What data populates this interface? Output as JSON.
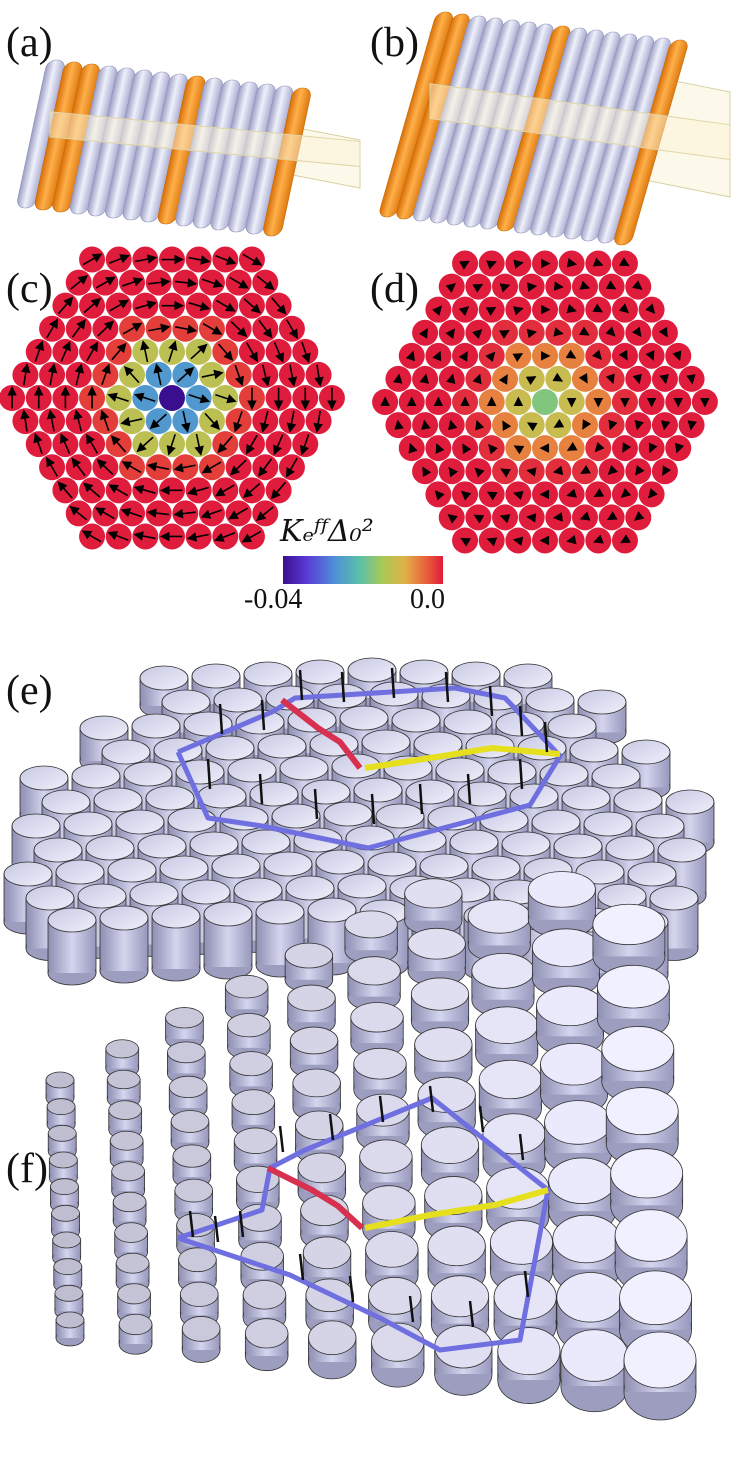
{
  "panels": {
    "a": "(a)",
    "b": "(b)",
    "c": "(c)",
    "d": "(d)",
    "e": "(e)",
    "f": "(f)"
  },
  "colorbar": {
    "title": "K_eff Δ0²",
    "title_display": "KₑᶠᶠΔ₀²",
    "min_label": "-0.04",
    "max_label": "0.0",
    "min_value": -0.04,
    "max_value": 0.0,
    "colormap": [
      "#3a0f8f",
      "#5a3bd6",
      "#4f8fd8",
      "#5bc0a8",
      "#a6c956",
      "#e0b24a",
      "#e86a3a",
      "#e01c3c"
    ]
  },
  "colors": {
    "rod_body": "#c9cbe8",
    "rod_highlight": "#e8e9f6",
    "rod_accent": "#f5901e",
    "plane": "#fbf4d8",
    "loop_blue": "#6f6fe0",
    "loop_red": "#d8304f",
    "loop_yellow": "#e6df1e",
    "cylinder_top": "#dcdcf2",
    "cylinder_side": "#a9aac8"
  },
  "disk_panels": {
    "c": {
      "center_value": -0.04,
      "edge_value": 0.0,
      "arrows": "swirling"
    },
    "d": {
      "center_value": -0.02,
      "edge_value": 0.0,
      "arrows": "short"
    }
  }
}
